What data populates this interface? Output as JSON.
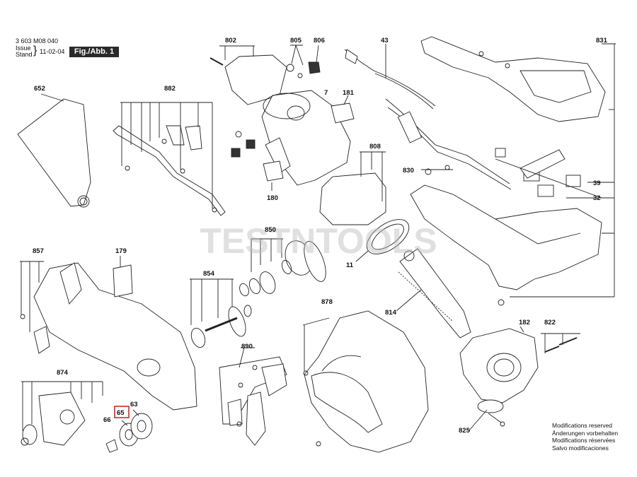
{
  "header": {
    "doc_number": "3 603 M08 040",
    "issue_label": "Issue",
    "stand_label": "Stand",
    "date": "11-02-04",
    "figure": "Fig./Abb. 1"
  },
  "watermark": "TESTNTOOLS",
  "parts": [
    {
      "id": "652",
      "label": "652"
    },
    {
      "id": "882",
      "label": "882"
    },
    {
      "id": "802",
      "label": "802"
    },
    {
      "id": "805",
      "label": "805"
    },
    {
      "id": "806",
      "label": "806"
    },
    {
      "id": "43",
      "label": "43"
    },
    {
      "id": "831",
      "label": "831"
    },
    {
      "id": "7",
      "label": "7"
    },
    {
      "id": "181",
      "label": "181"
    },
    {
      "id": "808",
      "label": "808"
    },
    {
      "id": "830",
      "label": "830"
    },
    {
      "id": "39",
      "label": "39"
    },
    {
      "id": "32",
      "label": "32"
    },
    {
      "id": "180",
      "label": "180"
    },
    {
      "id": "850",
      "label": "850"
    },
    {
      "id": "857",
      "label": "857"
    },
    {
      "id": "179",
      "label": "179"
    },
    {
      "id": "854",
      "label": "854"
    },
    {
      "id": "11",
      "label": "11"
    },
    {
      "id": "814",
      "label": "814"
    },
    {
      "id": "878",
      "label": "878"
    },
    {
      "id": "890",
      "label": "890"
    },
    {
      "id": "182",
      "label": "182"
    },
    {
      "id": "822",
      "label": "822"
    },
    {
      "id": "874",
      "label": "874"
    },
    {
      "id": "65",
      "label": "65"
    },
    {
      "id": "63",
      "label": "63"
    },
    {
      "id": "66",
      "label": "66"
    },
    {
      "id": "825",
      "label": "825"
    }
  ],
  "highlighted_part": "65",
  "modifications": [
    "Modifications reserved",
    "Änderungen vorbehalten",
    "Modifications réservées",
    "Salvo modificaciones"
  ]
}
